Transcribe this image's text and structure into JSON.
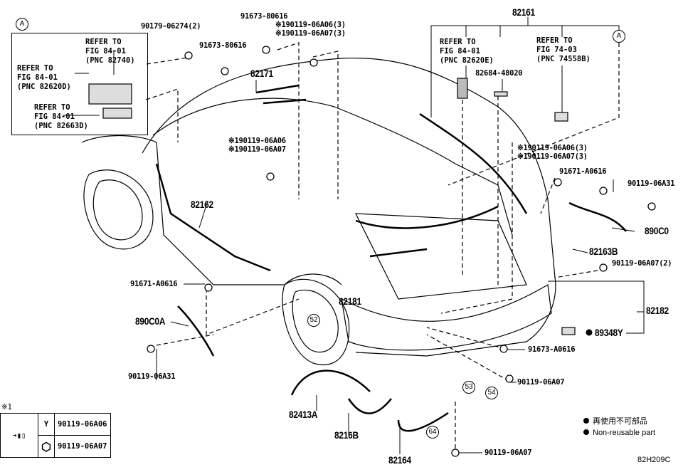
{
  "diagram_id": "82H209C",
  "callouts": {
    "a_left": "A",
    "a_right": "A",
    "c52": "52",
    "c53": "53",
    "c54": "54",
    "c64": "64"
  },
  "inset_a": {
    "ref1": "REFER TO\nFIG 84-01\n(PNC 82740)",
    "ref2": "REFER TO\nFIG 84-01\n(PNC 82620D)",
    "ref3": "REFER TO\nFIG 84-01\n(PNC 82663D)"
  },
  "refs": {
    "r82620e": "REFER TO\nFIG 84-01\n(PNC 82620E)",
    "r74558b": "REFER TO\nFIG 74-03\n(PNC 74558B)"
  },
  "parts": {
    "p90179": "90179-06274(2)",
    "p91673_top": "91673-80616",
    "p91673_mid": "91673-80616",
    "p_sym_top_a": "※190119-06A06(3)",
    "p_sym_top_b": "※190119-06A07(3)",
    "p82171": "82171",
    "p82161": "82161",
    "p82684": "82684-48020",
    "p_sym_mid_a": "※190119-06A06",
    "p_sym_mid_b": "※190119-06A07",
    "p_sym_right_a": "※190119-06A06(3)",
    "p_sym_right_b": "※190119-06A07(3)",
    "p91671_right": "91671-A0616",
    "p90119_a31_right": "90119-06A31",
    "p82162": "82162",
    "p890c0": "890C0",
    "p82163b": "82163B",
    "p90119_a07_2": "90119-06A07(2)",
    "p91671_left": "91671-A0616",
    "p82181": "82181",
    "p82182": "82182",
    "p890c0a": "890C0A",
    "p89348y": "89348Y",
    "p91673_a0616": "91673-A0616",
    "p90119_a31_left": "90119-06A31",
    "p90119_a07_mid": "90119-06A07",
    "p82413a": "82413A",
    "p8216b": "8216B",
    "p82164": "82164",
    "p90119_a07_bottom": "90119-06A07"
  },
  "symbol_table": {
    "title": "※1",
    "y_symbol": "Y",
    "row1": "90119-06A06",
    "row2": "90119-06A07"
  },
  "legend": {
    "jp": "再使用不可部品",
    "en": "Non-reusable part"
  }
}
